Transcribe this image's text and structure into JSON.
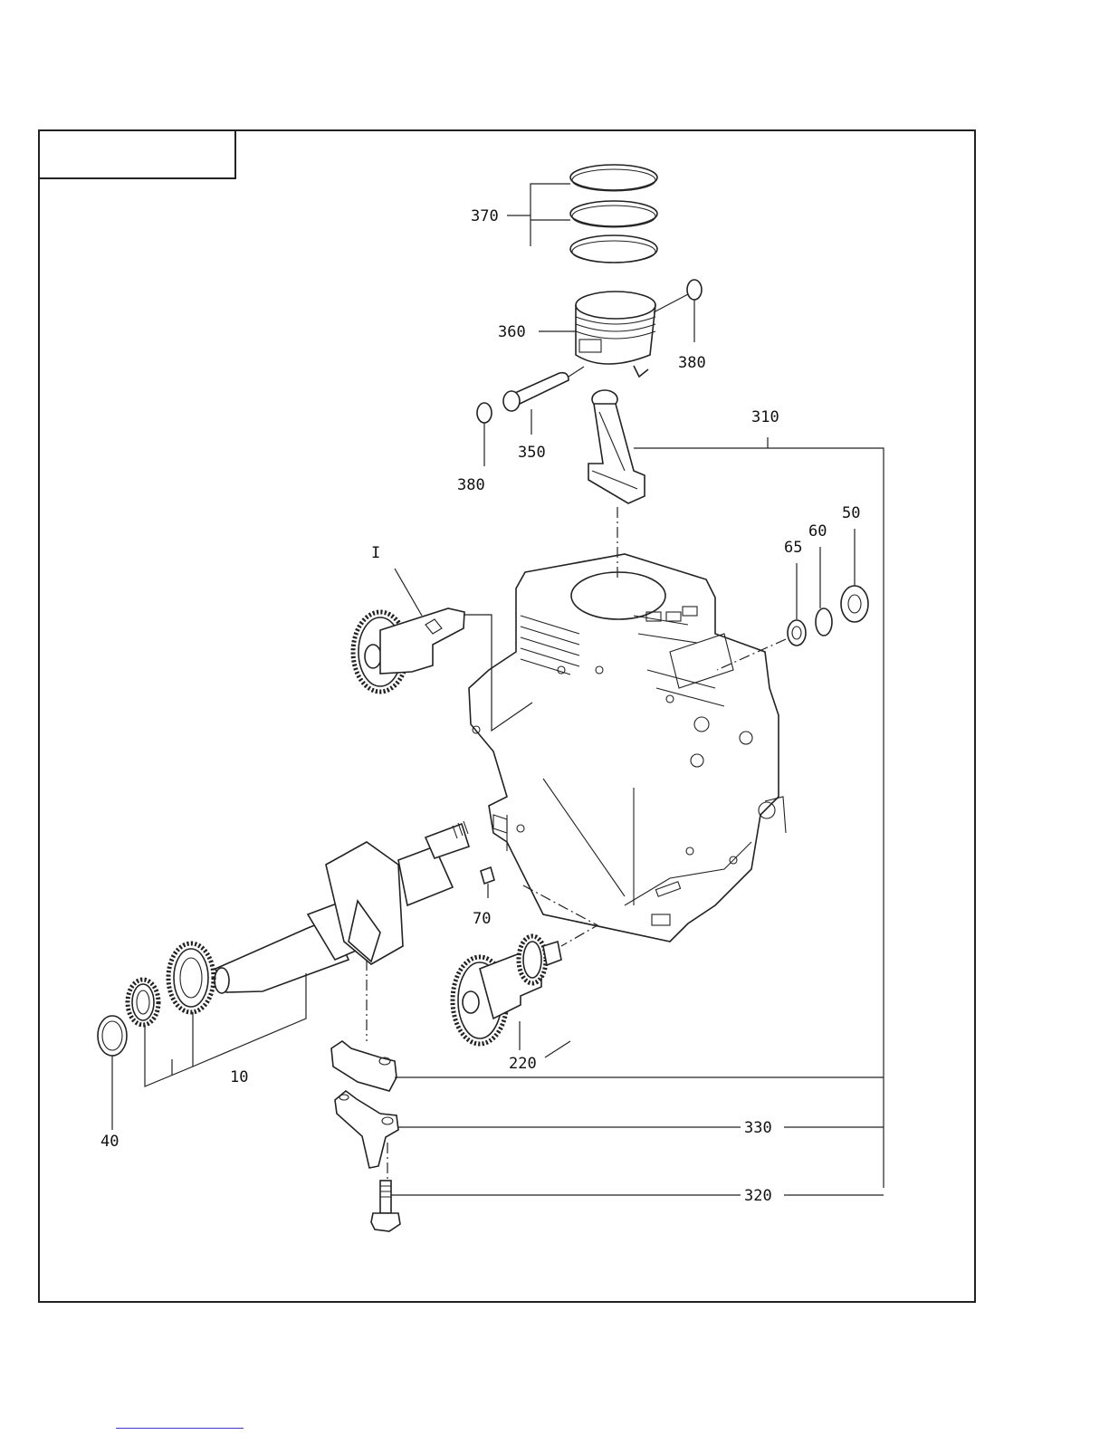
{
  "diagram": {
    "title_box_text": "",
    "callouts": {
      "c370": "370",
      "c360": "360",
      "c380_right": "380",
      "c350": "350",
      "c380_left": "380",
      "c310": "310",
      "c50": "50",
      "c60": "60",
      "c65": "65",
      "c1": "I",
      "c70": "70",
      "c220": "220",
      "c10": "10",
      "c40": "40",
      "c330": "330",
      "c320": "320"
    }
  }
}
